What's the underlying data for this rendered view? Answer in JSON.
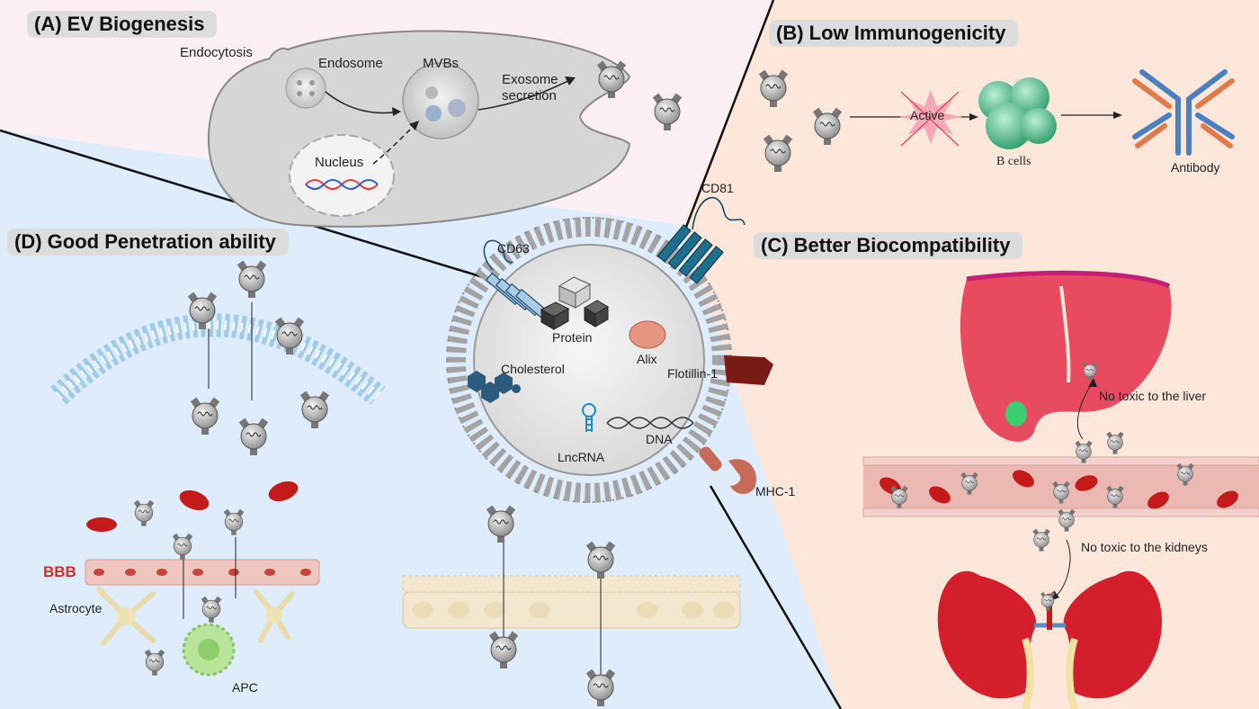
{
  "panels": {
    "a": {
      "title": "(A) EV Biogenesis"
    },
    "b": {
      "title": "(B) Low Immunogenicity"
    },
    "c": {
      "title": "(C) Better Biocompatibility"
    },
    "d": {
      "title": "(D) Good Penetration ability"
    }
  },
  "labels_a": {
    "endocytosis": "Endocytosis",
    "endosome": "Endosome",
    "mvbs": "MVBs",
    "exosome_secretion_1": "Exosome",
    "exosome_secretion_2": "secretion",
    "nucleus": "Nucleus"
  },
  "labels_b": {
    "active": "Active",
    "b_cells": "B cells",
    "antibody": "Antibody"
  },
  "labels_c": {
    "liver_note": "No toxic to the liver",
    "kidney_note": "No toxic to the  kidneys"
  },
  "labels_d": {
    "bbb": "BBB",
    "astrocyte": "Astrocyte",
    "apc": "APC"
  },
  "labels_center": {
    "cd63": "CD63",
    "cd81": "CD81",
    "protein": "Protein",
    "alix": "Alix",
    "cholesterol": "Cholesterol",
    "flotillin": "Flotillin-1",
    "lncrna": "LncRNA",
    "dna": "DNA",
    "mhc": "MHC-1"
  },
  "colors": {
    "panel_a_bg": "#fdf0f4",
    "panel_b_bg": "#fde6da",
    "panel_d_bg": "#deecfb",
    "exosome_membrane": "#8f8f8f",
    "red_cell": "#cc1f1f"
  }
}
